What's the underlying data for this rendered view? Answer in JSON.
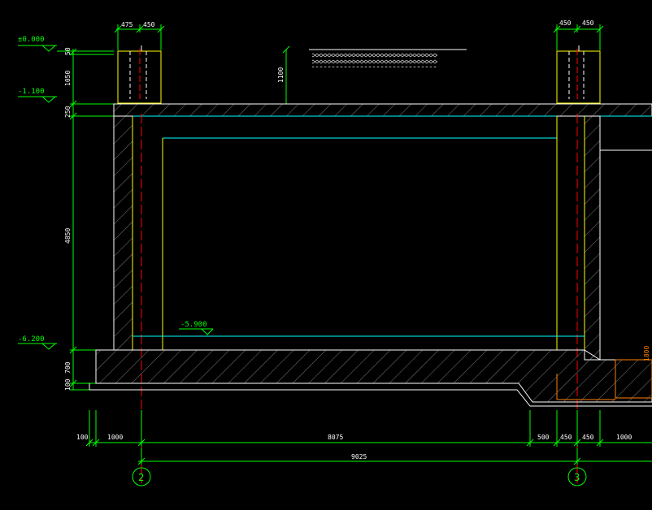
{
  "elevations": {
    "ground": "±0.000",
    "roof_top": "-1.100",
    "slab_top": "-6.200",
    "floor": "-5.900"
  },
  "dims_left_vertical": {
    "d1": "50",
    "d2": "1050",
    "d3": "250",
    "d4": "4850",
    "d5": "700",
    "d6": "100"
  },
  "dim_soil": "1100",
  "dims_top_col2": {
    "a": "475",
    "b": "450"
  },
  "dims_top_col3": {
    "a": "450",
    "b": "450"
  },
  "dims_bottom_row1": {
    "a": "100",
    "b": "1000",
    "c": "8075",
    "d": "500",
    "e": "450",
    "f": "450",
    "g": "1000"
  },
  "dim_bottom_total": "9025",
  "axis_labels": {
    "left": "2",
    "right": "3"
  },
  "right_dim": "1800",
  "colors": {
    "background": "#000000",
    "dim_green": "#00ff00",
    "wall_white": "#ffffff",
    "yellow": "#ffff00",
    "cyan": "#00ffff",
    "red": "#ff0000",
    "orange": "#ff7f00"
  }
}
